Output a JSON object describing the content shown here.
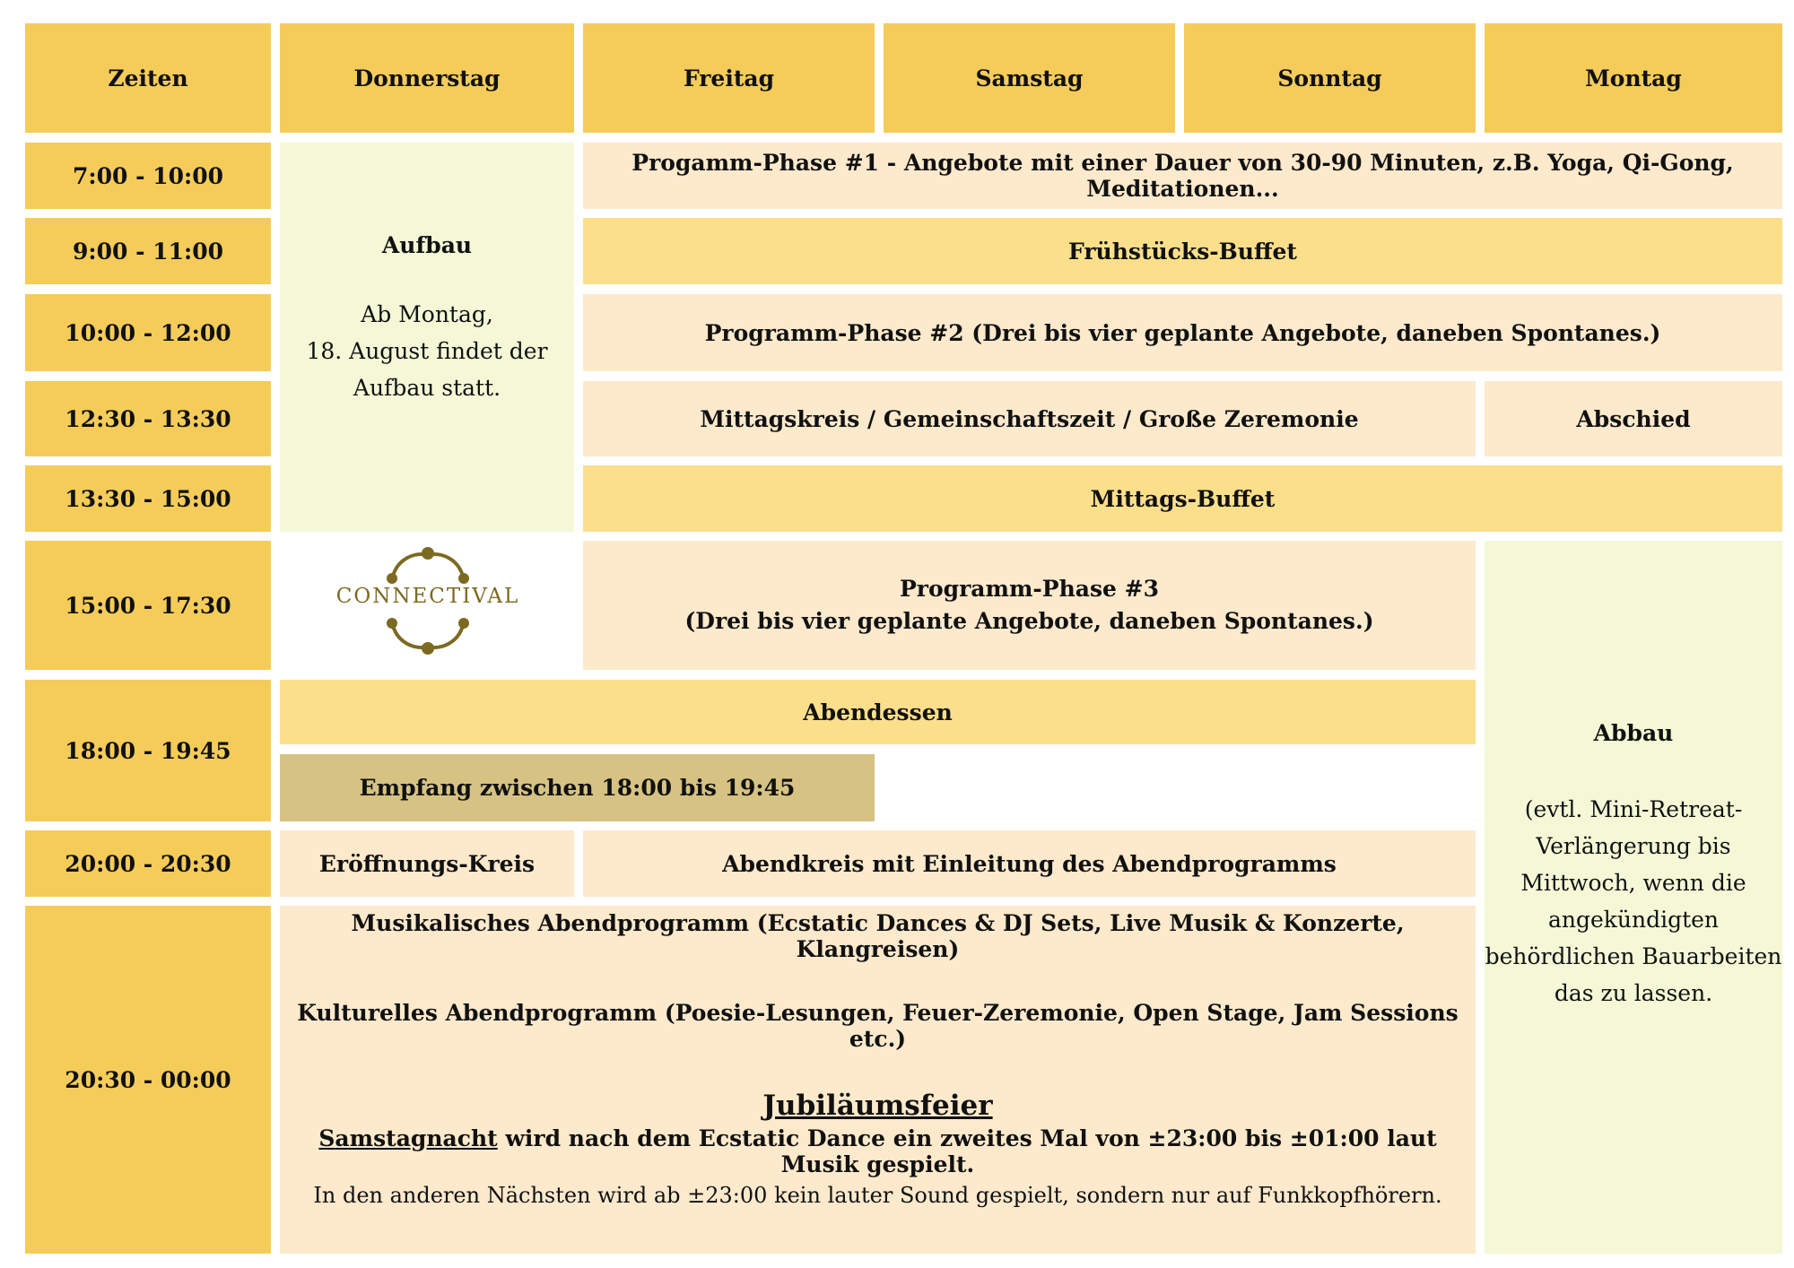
{
  "header": {
    "times": "Zeiten",
    "days": [
      "Donnerstag",
      "Freitag",
      "Samstag",
      "Sonntag",
      "Montag"
    ]
  },
  "times": [
    "7:00 - 10:00",
    "9:00 - 11:00",
    "10:00 - 12:00",
    "12:30 - 13:30",
    "13:30 - 15:00",
    "15:00 - 17:30",
    "18:00 - 19:45",
    "20:00 - 20:30",
    "20:30 - 00:00"
  ],
  "aufbau": {
    "title": "Aufbau",
    "lines": [
      "Ab Montag,",
      "18. August findet der",
      "Aufbau statt."
    ]
  },
  "blocks": {
    "phase1": "Progamm-Phase #1 - Angebote mit einer Dauer von 30-90 Minuten, z.B. Yoga, Qi-Gong, Meditationen...",
    "fruehstueck": "Frühstücks-Buffet",
    "phase2": "Programm-Phase #2 (Drei bis vier geplante Angebote, daneben Spontanes.)",
    "mittagskreis": "Mittagskreis / Gemeinschaftszeit / Große Zeremonie",
    "abschied": "Abschied",
    "mittagsbuffet": "Mittags-Buffet",
    "phase3_line1": "Programm-Phase #3",
    "phase3_line2": "(Drei bis vier geplante Angebote, daneben Spontanes.)",
    "abendessen": "Abendessen",
    "empfang": "Empfang zwischen 18:00 bis 19:45",
    "eroeffnung": "Eröffnungs-Kreis",
    "abendkreis": "Abendkreis mit Einleitung des Abendprogramms"
  },
  "abbau": {
    "title": "Abbau",
    "lines": [
      "(evtl. Mini-Retreat-",
      "Verlängerung bis",
      "Mittwoch, wenn die",
      "angekündigten",
      "behördlichen Bauarbeiten",
      "das zu lassen."
    ]
  },
  "evening": {
    "musik": "Musikalisches Abendprogramm (Ecstatic Dances & DJ Sets, Live Musik & Konzerte, Klangreisen)",
    "kultur": "Kulturelles Abendprogramm (Poesie-Lesungen, Feuer-Zeremonie, Open Stage, Jam Sessions etc.)",
    "jubilaeum_title": "Jubiläumsfeier",
    "samstag_word": "Samstagnacht",
    "samstag_rest": " wird nach dem Ecstatic Dance ein zweites Mal von ±23:00 bis ±01:00 laut Musik gespielt.",
    "note": "In den anderen Nächsten wird ab ±23:00 kein lauter Sound gespielt, sondern nur auf Funkkopfhörern."
  },
  "logo": {
    "text": "CONNECTIVAL",
    "color": "#7c6a22"
  },
  "colors": {
    "header": "#f5cc5a",
    "program": "#fde9cc",
    "buffet": "#fbdf8b",
    "setup": "#f4f8d6",
    "reception": "#d6c384"
  }
}
